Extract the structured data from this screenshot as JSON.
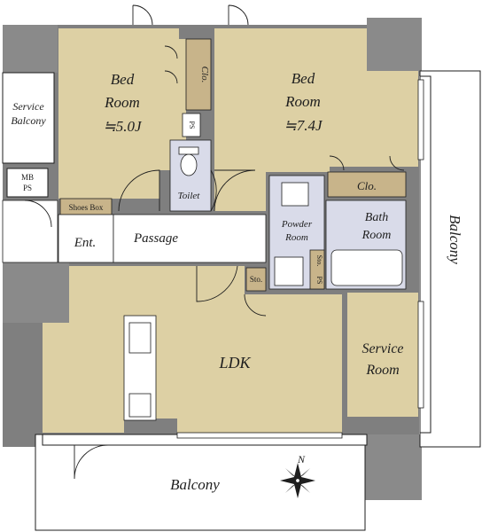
{
  "rooms": {
    "bed_room_1": {
      "line1": "Bed",
      "line2": "Room",
      "area": "≒5.0J"
    },
    "bed_room_2": {
      "line1": "Bed",
      "line2": "Room",
      "area": "≒7.4J"
    },
    "service_balcony": {
      "line1": "Service",
      "line2": "Balcony"
    },
    "mb_ps": {
      "line1": "MB",
      "line2": "PS"
    },
    "closet_1": "Clo.",
    "closet_2": "Clo.",
    "ps": "PS",
    "toilet": "Toilet",
    "shoes_box": "Shoes Box",
    "entrance": "Ent.",
    "passage": "Passage",
    "powder_room": {
      "line1": "Powder",
      "line2": "Room"
    },
    "bath_room": {
      "line1": "Bath",
      "line2": "Room"
    },
    "storage_1": "Sto.",
    "storage_2": "Sto.",
    "ps_2": "PS",
    "ldk": "LDK",
    "service_room": {
      "line1": "Service",
      "line2": "Room"
    },
    "balcony_right": "Balcony",
    "balcony_bottom": "Balcony",
    "compass": "N"
  },
  "colors": {
    "room_fill": "#ddd0a4",
    "wet_fill": "#d9dbe9",
    "storage_fill": "#c8b48a",
    "wall": "#7a7a7a",
    "wall_dark": "#5f5f5f",
    "line": "#1e1e1e"
  }
}
